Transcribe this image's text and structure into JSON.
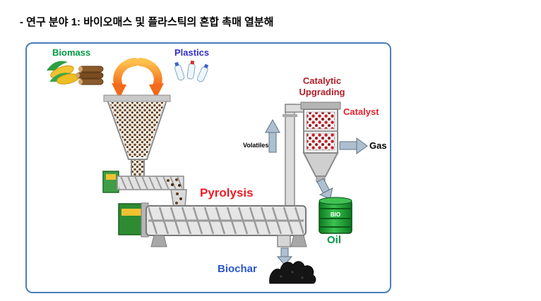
{
  "page": {
    "title": "- 연구 분야 1: 바이오매스 및 플라스틱의 혼합 촉매 열분해"
  },
  "diagram": {
    "labels": {
      "biomass": "Biomass",
      "plastics": "Plastics",
      "catalytic_upgrading": "Catalytic Upgrading",
      "catalyst": "Catalyst",
      "volatiles": "Volatiles",
      "gas": "Gas",
      "pyrolysis": "Pyrolysis",
      "oil": "Oil",
      "biochar": "Biochar",
      "drum_text": "BIO"
    },
    "colors": {
      "border_blue": "#4a7ebb",
      "biomass_green": "#009a44",
      "plastics_blue": "#3030c8",
      "catalytic_red": "#b01e28",
      "catalyst_red": "#e8212e",
      "pyrolysis_red": "#ed1c24",
      "oil_green": "#009a44",
      "biochar_blue": "#2956cc",
      "arrow_orange": "#f26a1b"
    }
  }
}
